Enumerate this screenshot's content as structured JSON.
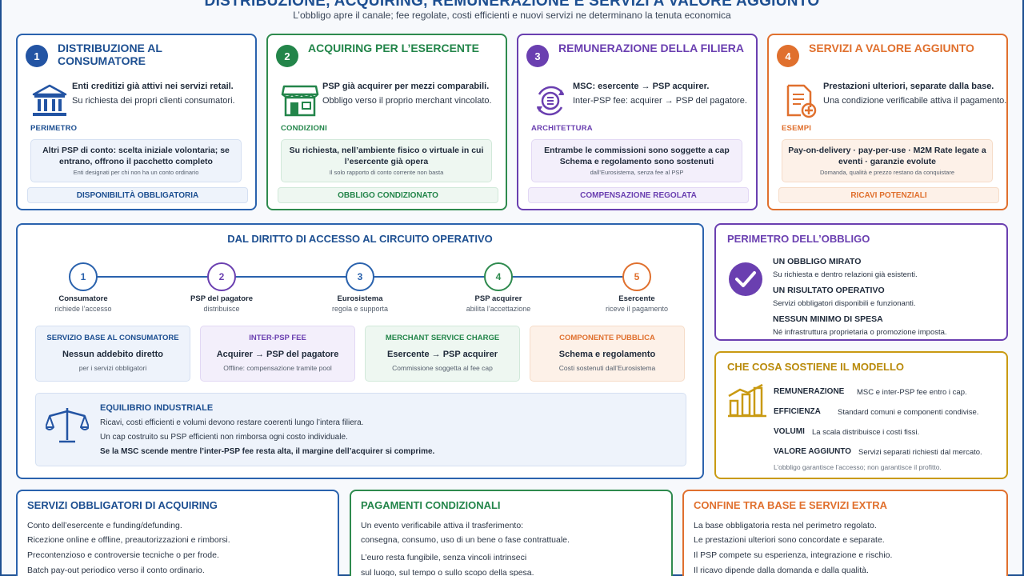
{
  "header": {
    "title": "DISTRIBUZIONE, ACQUIRING, REMUNERAZIONE E SERVIZI A VALORE AGGIUNTO",
    "subtitle": "L’obbligo apre il canale; fee regolate, costi efficienti e nuovi servizi ne determinano la tenuta economica"
  },
  "cards": [
    {
      "num": "1",
      "title": "DISTRIBUZIONE AL CONSUMATORE",
      "icon": "bank-icon",
      "line1": "Enti creditizi già attivi nei servizi retail.",
      "line2": "Su richiesta dei propri clienti consumatori.",
      "section": "PERIMETRO",
      "box1": "Altri PSP di conto: scelta iniziale volontaria; se entrano, offrono il pacchetto completo",
      "box2": "Enti designati per chi non ha un conto ordinario",
      "footer": "DISPONIBILITÀ OBBLIGATORIA"
    },
    {
      "num": "2",
      "title": "ACQUIRING PER L’ESERCENTE",
      "icon": "store-icon",
      "line1": "PSP già acquirer per mezzi comparabili.",
      "line2": "Obbligo verso il proprio merchant vincolato.",
      "section": "CONDIZIONI",
      "box1": "Su richiesta, nell’ambiente fisico o virtuale in cui l’esercente già opera",
      "box2": "Il solo rapporto di conto corrente non basta",
      "footer": "OBBLIGO CONDIZIONATO"
    },
    {
      "num": "3",
      "title": "REMUNERAZIONE DELLA FILIERA",
      "icon": "euro-cycle-icon",
      "line1": "MSC: esercente → PSP acquirer.",
      "line2": "Inter-PSP fee: acquirer → PSP del pagatore.",
      "section": "ARCHITETTURA",
      "box1": "Entrambe le commissioni sono soggette a cap Schema e regolamento sono sostenuti",
      "box2": "dall’Eurosistema, senza fee al PSP",
      "footer": "COMPENSAZIONE REGOLATA"
    },
    {
      "num": "4",
      "title": "SERVIZI A VALORE AGGIUNTO",
      "icon": "document-plus-icon",
      "line1": "Prestazioni ulteriori, separate dalla base.",
      "line2": "Una condizione verificabile attiva il pagamento.",
      "section": "ESEMPI",
      "box1": "Pay-on-delivery · pay-per-use · M2M Rate legate a eventi · garanzie evolute",
      "box2": "Domanda, qualità e prezzo restano da conquistare",
      "footer": "RICAVI POTENZIALI"
    }
  ],
  "flow": {
    "title": "DAL DIRITTO DI ACCESSO AL CIRCUITO OPERATIVO",
    "nodes": [
      {
        "num": "1",
        "label": "Consumatore",
        "sub": "richiede l’accesso"
      },
      {
        "num": "2",
        "label": "PSP del pagatore",
        "sub": "distribuisce"
      },
      {
        "num": "3",
        "label": "Eurosistema",
        "sub": "regola e supporta"
      },
      {
        "num": "4",
        "label": "PSP acquirer",
        "sub": "abilita l’accettazione"
      },
      {
        "num": "5",
        "label": "Esercente",
        "sub": "riceve il pagamento"
      }
    ],
    "boxes": [
      {
        "head": "SERVIZIO BASE AL CONSUMATORE",
        "main": "Nessun addebito diretto",
        "sub": "per i servizi obbligatori"
      },
      {
        "head": "INTER-PSP FEE",
        "main": "Acquirer → PSP del pagatore",
        "sub": "Offline: compensazione tramite pool"
      },
      {
        "head": "MERCHANT SERVICE CHARGE",
        "main": "Esercente → PSP acquirer",
        "sub": "Commissione soggetta al fee cap"
      },
      {
        "head": "COMPONENTE PUBBLICA",
        "main": "Schema e regolamento",
        "sub": "Costi sostenuti dall’Eurosistema"
      }
    ],
    "balance": {
      "icon": "scale-icon",
      "title": "EQUILIBRIO INDUSTRIALE",
      "l1": "Ricavi, costi efficienti e volumi devono restare coerenti lungo l’intera filiera.",
      "l2": "Un cap costruito su PSP efficienti non rimborsa ogni costo individuale.",
      "l3": "Se la MSC scende mentre l’inter-PSP fee resta alta, il margine dell’acquirer si comprime."
    }
  },
  "perimeter": {
    "title": "PERIMETRO DELL’OBBLIGO",
    "icon": "check-circle-icon",
    "items": [
      {
        "head": "UN OBBLIGO MIRATO",
        "txt": "Su richiesta e dentro relazioni già esistenti."
      },
      {
        "head": "UN RISULTATO OPERATIVO",
        "txt": "Servizi obbligatori disponibili e funzionanti."
      },
      {
        "head": "NESSUN MINIMO DI SPESA",
        "txt": "Né infrastruttura proprietaria o promozione imposta."
      }
    ]
  },
  "model": {
    "title": "CHE COSA SOSTIENE IL MODELLO",
    "icon": "bar-chart-icon",
    "items": [
      {
        "head": "REMUNERAZIONE",
        "txt": "MSC e inter-PSP fee entro i cap."
      },
      {
        "head": "EFFICIENZA",
        "txt": "Standard comuni e componenti condivise."
      },
      {
        "head": "VOLUMI",
        "txt": "La scala distribuisce i costi fissi."
      },
      {
        "head": "VALORE AGGIUNTO",
        "txt": "Servizi separati richiesti dal mercato."
      }
    ],
    "note": "L’obbligo garantisce l’accesso; non garantisce il profitto."
  },
  "bottom": [
    {
      "title": "SERVIZI OBBLIGATORI DI ACQUIRING",
      "lines": [
        "Conto dell’esercente e funding/defunding.",
        "Ricezione online e offline, preautorizzazioni e rimborsi.",
        "Precontenzioso e controversie tecniche o per frode.",
        "Batch pay-out periodico verso il conto ordinario."
      ]
    },
    {
      "title": "PAGAMENTI CONDIZIONALI",
      "lines": [
        "Un evento verificabile attiva il trasferimento:",
        "consegna, consumo, uso di un bene o fase contrattuale.",
        "L’euro resta fungibile, senza vincoli intrinseci",
        "sul luogo, sul tempo o sullo scopo della spesa."
      ]
    },
    {
      "title": "CONFINE TRA BASE E SERVIZI EXTRA",
      "lines": [
        "La base obbligatoria resta nel perimetro regolato.",
        "Le prestazioni ulteriori sono concordate e separate.",
        "Il PSP compete su esperienza, integrazione e rischio.",
        "Il ricavo dipende dalla domanda e dalla qualità."
      ]
    }
  ],
  "colors": {
    "blue": "#2a62ad",
    "green": "#2e8a4e",
    "purple": "#6a3fb0",
    "orange": "#e0702e",
    "gold": "#c99a12"
  }
}
